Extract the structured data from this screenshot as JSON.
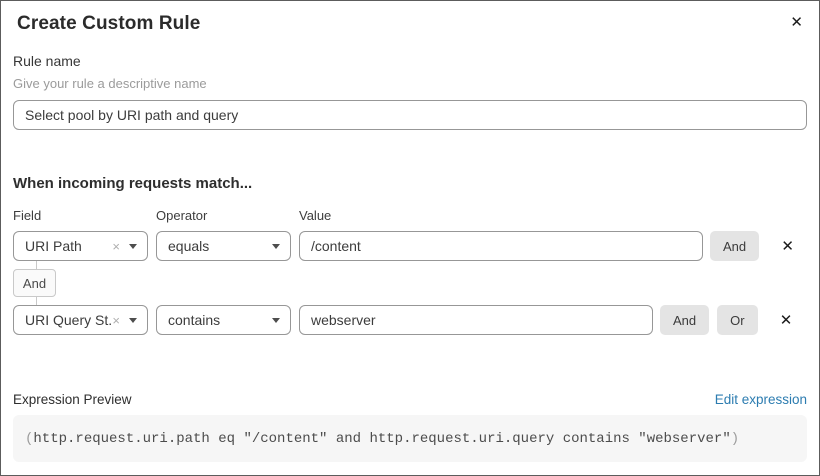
{
  "dialog": {
    "title": "Create Custom Rule"
  },
  "icons": {
    "close": "✕",
    "remove": "✕",
    "clear": "×"
  },
  "rule_name": {
    "label": "Rule name",
    "hint": "Give your rule a descriptive name",
    "value": "Select pool by URI path and query"
  },
  "match_section": {
    "heading": "When incoming requests match...",
    "columns": {
      "field": "Field",
      "operator": "Operator",
      "value": "Value"
    },
    "rows": [
      {
        "field": "URI Path",
        "operator": "equals",
        "value": "/content"
      },
      {
        "field": "URI Query St...",
        "operator": "contains",
        "value": "webserver"
      }
    ],
    "and_label": "And",
    "or_label": "Or",
    "connector_label": "And"
  },
  "expression": {
    "label": "Expression Preview",
    "edit_link": "Edit expression",
    "open_paren": "(",
    "body": "http.request.uri.path eq \"/content\" and http.request.uri.query contains \"webserver\"",
    "close_paren": ")"
  },
  "colors": {
    "link": "#2c7cb0",
    "button_bg": "#e4e4e4",
    "code_bg": "#f6f6f6"
  }
}
